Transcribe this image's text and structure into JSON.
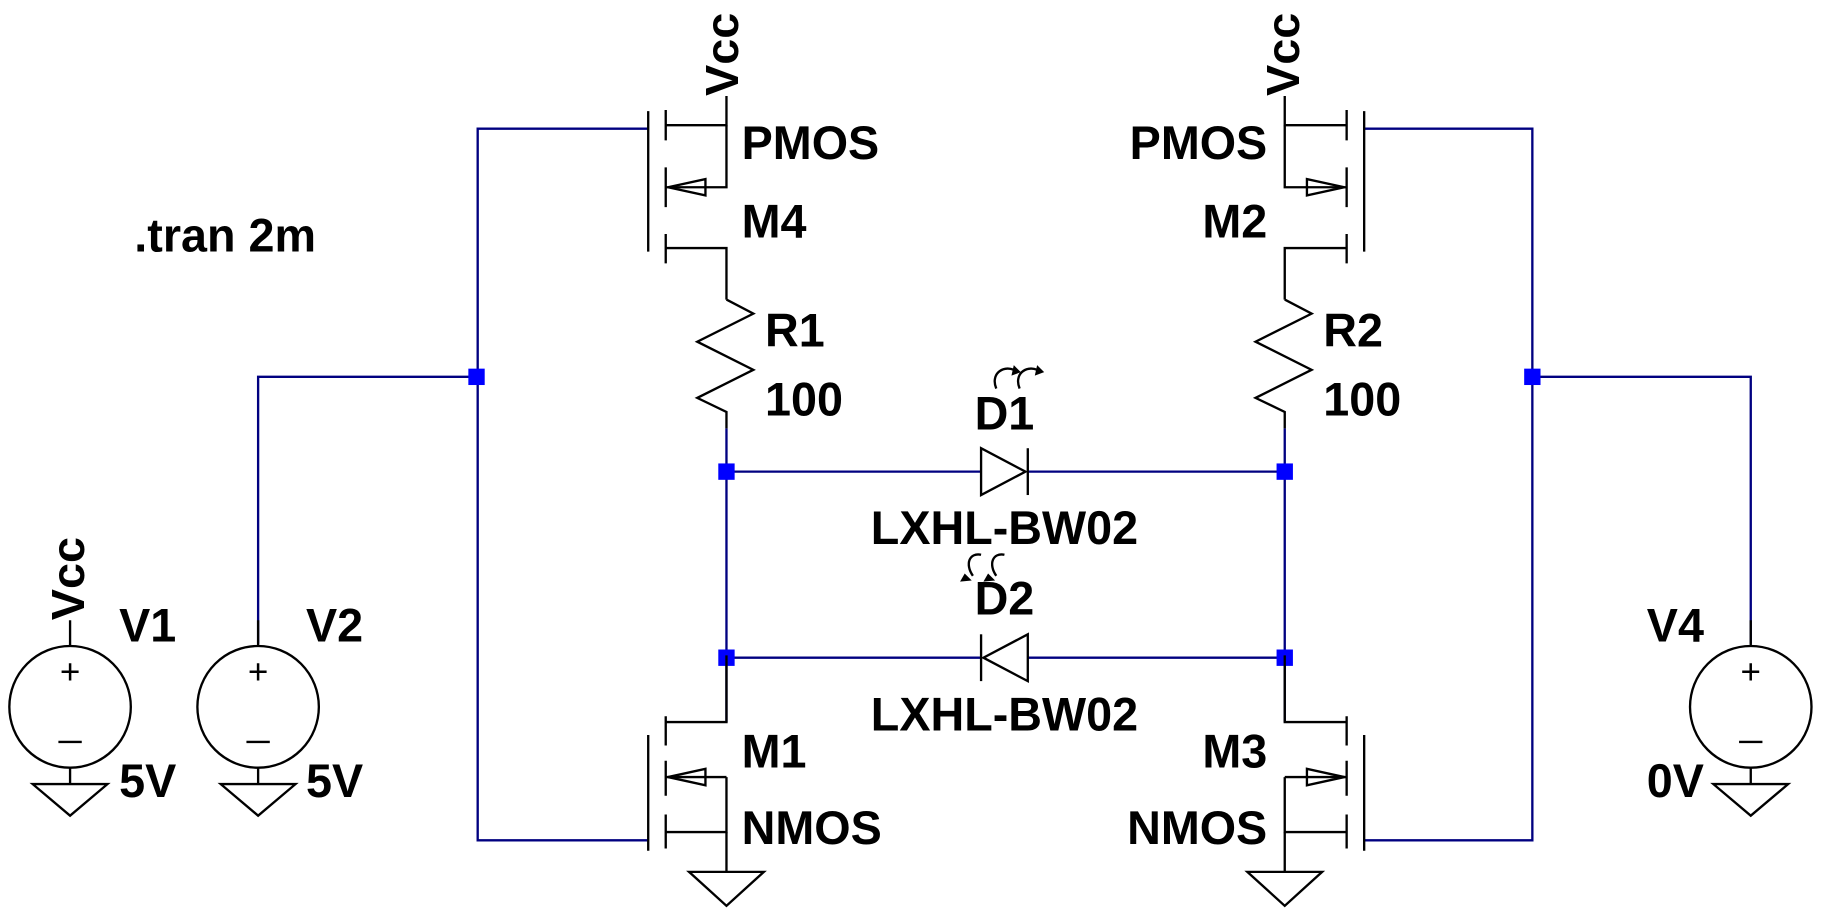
{
  "directive": ".tran 2m",
  "supply_net": "Vcc",
  "transistors": {
    "M4": {
      "name": "M4",
      "model": "PMOS"
    },
    "M2": {
      "name": "M2",
      "model": "PMOS"
    },
    "M1": {
      "name": "M1",
      "model": "NMOS"
    },
    "M3": {
      "name": "M3",
      "model": "NMOS"
    }
  },
  "resistors": {
    "R1": {
      "name": "R1",
      "value": "100"
    },
    "R2": {
      "name": "R2",
      "value": "100"
    }
  },
  "diodes": {
    "D1": {
      "name": "D1",
      "model": "LXHL-BW02"
    },
    "D2": {
      "name": "D2",
      "model": "LXHL-BW02"
    }
  },
  "sources": {
    "V1": {
      "name": "V1",
      "value": "5V"
    },
    "V2": {
      "name": "V2",
      "value": "5V"
    },
    "V4": {
      "name": "V4",
      "value": "0V"
    }
  },
  "colors": {
    "wire": "#000080",
    "junction": "#0000ff",
    "symbol": "#000000",
    "background": "#ffffff"
  }
}
